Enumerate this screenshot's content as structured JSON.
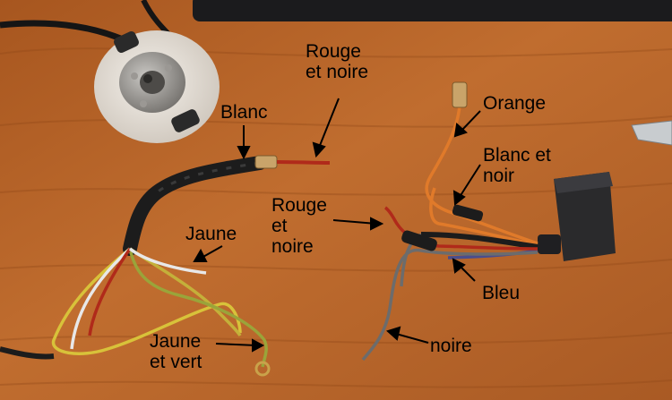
{
  "labels": {
    "rouge_et_noire_top": "Rouge\net noire",
    "blanc": "Blanc",
    "orange": "Orange",
    "blanc_et_noir": "Blanc et\nnoir",
    "rouge_et_noire_mid": "Rouge\net\nnoire",
    "jaune": "Jaune",
    "bleu": "Bleu",
    "jaune_et_vert": "Jaune\net vert",
    "noire": "noire"
  },
  "colors": {
    "table": "#b8652b",
    "table_dark": "#8a4318",
    "stator_body": "#e9e4de",
    "cdi_box": "#2a2a2c",
    "wire_yellow": "#d8c23a",
    "wire_green": "#9aa43a",
    "wire_red": "#b02a1a",
    "wire_orange": "#e07a2a",
    "wire_blue": "#4a4d8c",
    "wire_grey": "#6c6c6c",
    "wire_white": "#e8e8e8",
    "sheath_black": "#1c1c1c"
  }
}
